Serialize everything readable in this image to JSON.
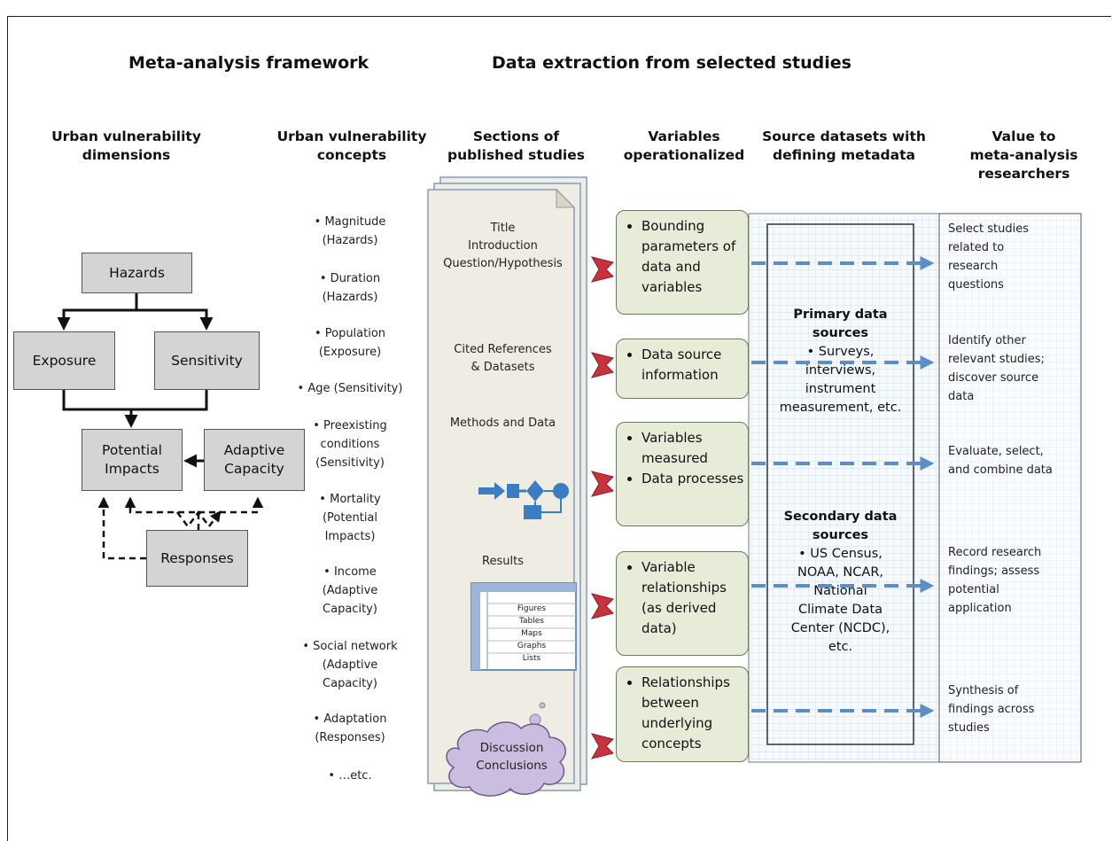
{
  "titles": {
    "left": "Meta-analysis framework",
    "right": "Data extraction from selected studies"
  },
  "column_headers": {
    "dimensions": [
      "Urban vulnerability",
      "dimensions"
    ],
    "concepts": [
      "Urban vulnerability",
      "concepts"
    ],
    "sections": [
      "Sections of",
      "published studies"
    ],
    "variables": [
      "Variables",
      "operationalized"
    ],
    "sources": [
      "Source datasets with",
      "defining metadata"
    ],
    "value": [
      "Value to",
      "meta-analysis",
      "researchers"
    ]
  },
  "flow": {
    "hazards": "Hazards",
    "exposure": "Exposure",
    "sensitivity": "Sensitivity",
    "potential_impacts": [
      "Potential",
      "Impacts"
    ],
    "adaptive_capacity": [
      "Adaptive",
      "Capacity"
    ],
    "responses": "Responses"
  },
  "concepts": [
    [
      "• Magnitude",
      "(Hazards)"
    ],
    [
      "• Duration",
      "(Hazards)"
    ],
    [
      "• Population",
      "(Exposure)"
    ],
    [
      "• Age  (Sensitivity)"
    ],
    [
      "• Preexisting",
      "conditions",
      "(Sensitivity)"
    ],
    [
      "• Mortality",
      "(Potential",
      "Impacts)"
    ],
    [
      "• Income",
      "(Adaptive",
      "Capacity)"
    ],
    [
      "• Social network",
      "(Adaptive",
      "Capacity)"
    ],
    [
      "• Adaptation",
      "(Responses)"
    ],
    [
      "• …etc."
    ]
  ],
  "sections": {
    "intro": [
      "Title",
      "Introduction",
      "Question/Hypothesis"
    ],
    "references": [
      "Cited References",
      "& Datasets"
    ],
    "methods": "Methods and Data",
    "results": "Results",
    "table_items": [
      "Figures",
      "Tables",
      "Maps",
      "Graphs",
      "Lists"
    ],
    "discussion": [
      "Discussion",
      "Conclusions"
    ]
  },
  "variables": [
    [
      "Bounding parameters of data and variables"
    ],
    [
      "Data source information"
    ],
    [
      "Variables measured",
      "Data processes"
    ],
    [
      "Variable relationships (as derived data)"
    ],
    [
      "Relationships between underlying concepts"
    ]
  ],
  "sources": {
    "primary_title": [
      "Primary data",
      "sources"
    ],
    "primary_items": [
      "• Surveys,",
      "interviews,",
      "instrument",
      "measurement, etc."
    ],
    "secondary_title": [
      "Secondary data",
      "sources"
    ],
    "secondary_items": [
      "• US Census,",
      "NOAA, NCAR,",
      "National",
      "Climate Data",
      "Center (NCDC),",
      "etc."
    ]
  },
  "values": [
    [
      "Select studies",
      "related to",
      "research",
      "questions"
    ],
    [
      "Identify other",
      "relevant studies;",
      "discover source",
      "data"
    ],
    [
      "Evaluate, select,",
      "and combine data"
    ],
    [
      "Record research",
      "findings; assess",
      "potential",
      "application"
    ],
    [
      "Synthesis of",
      "findings across",
      "studies"
    ]
  ],
  "colors": {
    "flow_box": "#d4d4d4",
    "document": "#efede3",
    "variable_box": "#e7ecd9",
    "arrow_red": "#c8323c",
    "dash_arrow": "#5b8ec8",
    "cloud": "#cbbde0"
  }
}
